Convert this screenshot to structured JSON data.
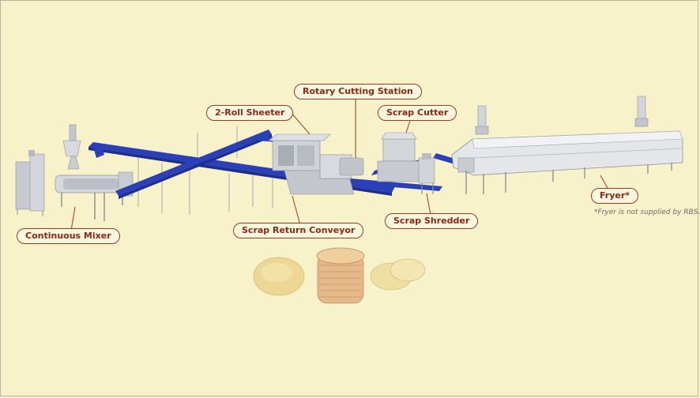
{
  "labels": {
    "rotary_cutting_station": "Rotary Cutting Station",
    "two_roll_sheeter": "2-Roll Sheeter",
    "scrap_cutter": "Scrap Cutter",
    "continuous_mixer": "Continuous Mixer",
    "scrap_return_conveyor": "Scrap Return Conveyor",
    "scrap_shredder": "Scrap Shredder",
    "fryer": "Fryer*"
  },
  "footnote": "*Fryer is not supplied by RBS.",
  "colors": {
    "background": "#f7f2c9",
    "label_border": "#9a3c24",
    "label_text": "#8a2a14",
    "conveyor_blue": "#2a3fb8",
    "machine_steel": "#c9ccd1",
    "chip": "#e9d28a"
  }
}
